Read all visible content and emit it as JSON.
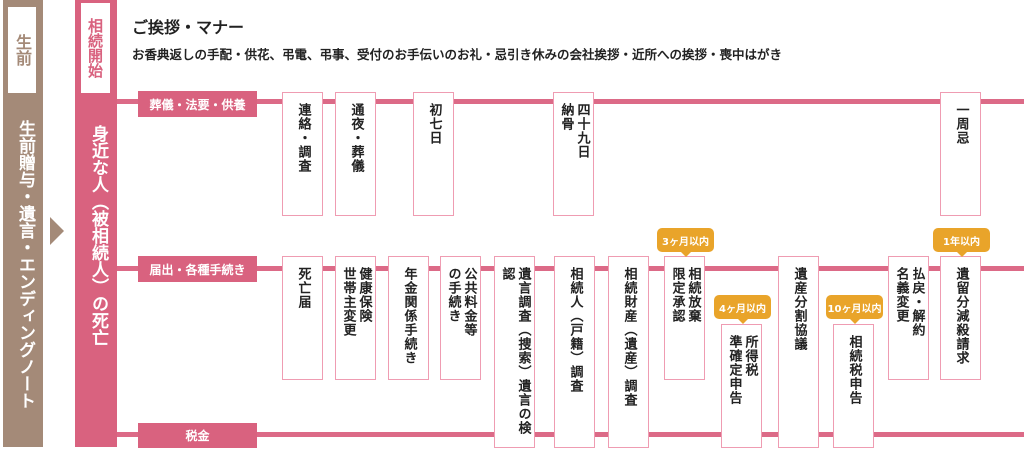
{
  "pre_death": {
    "label": "生前",
    "body": "生前贈与・遺言・エンディングノート"
  },
  "inheritance": {
    "label": "相続開始",
    "body": "身近な人（被相続人）の死亡"
  },
  "manners": {
    "title": "ご挨拶・マナー",
    "description": "お香典返しの手配・供花、弔電、弔事、受付のお手伝いのお礼・忌引き休みの会社挨拶・近所への挨拶・喪中はがき"
  },
  "rows": [
    {
      "label": "葬儀・法要・供養"
    },
    {
      "label": "届出・各種手続き"
    },
    {
      "label": "税金"
    }
  ],
  "items": [
    {
      "lines": [
        "連絡・調査"
      ]
    },
    {
      "lines": [
        "通夜・葬儀"
      ]
    },
    {
      "lines": [
        "初七日"
      ]
    },
    {
      "lines": [
        "四十九日",
        "納骨"
      ]
    },
    {
      "lines": [
        "一周忌"
      ]
    },
    {
      "lines": [
        "死亡届"
      ]
    },
    {
      "lines": [
        "健康保険",
        "世帯主変更"
      ]
    },
    {
      "lines": [
        "年金関係手続き"
      ]
    },
    {
      "lines": [
        "公共料金等",
        "の手続き"
      ]
    },
    {
      "lines": [
        "遺言調査（捜索）遺言の検認"
      ]
    },
    {
      "lines": [
        "相続人（戸籍）調査"
      ]
    },
    {
      "lines": [
        "相続財産（遺産）調査"
      ]
    },
    {
      "lines": [
        "相続放棄",
        "限定承認"
      ]
    },
    {
      "lines": [
        "所得税",
        "準確定申告"
      ]
    },
    {
      "lines": [
        "遺産分割協議"
      ]
    },
    {
      "lines": [
        "相続税申告"
      ]
    },
    {
      "lines": [
        "払戻・解約",
        "名義変更"
      ]
    },
    {
      "lines": [
        "遺留分減殺請求"
      ]
    }
  ],
  "deadlines": [
    {
      "label": "3ヶ月以内"
    },
    {
      "label": "4ヶ月以内"
    },
    {
      "label": "10ヶ月以内"
    },
    {
      "label": "1年以内"
    }
  ],
  "colors": {
    "brown": "#a48a78",
    "pink": "#d9627f",
    "deadline": "#e9a42a"
  }
}
